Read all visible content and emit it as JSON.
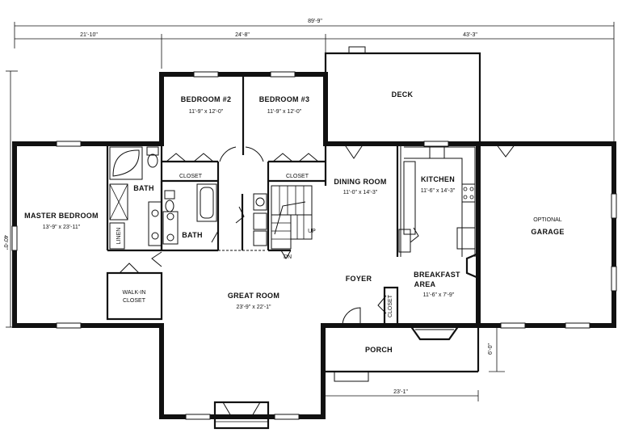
{
  "dimensions": {
    "overall_width": "89'-9\"",
    "seg_left": "21'-10\"",
    "seg_mid": "24'-8\"",
    "seg_right": "43'-3\"",
    "overall_depth": "40'-0\"",
    "porch_depth": "6'-0\"",
    "porch_width": "23'-1\""
  },
  "rooms": {
    "bedroom2": {
      "name": "BEDROOM #2",
      "dims": "11'-9\" x 12'-0\""
    },
    "bedroom3": {
      "name": "BEDROOM #3",
      "dims": "11'-9\" x 12'-0\""
    },
    "deck": {
      "name": "DECK"
    },
    "master": {
      "name": "MASTER BEDROOM",
      "dims": "13'-9\" x 23'-11\""
    },
    "bath_master": {
      "name": "BATH"
    },
    "bath_hall": {
      "name": "BATH"
    },
    "closet_b2": {
      "name": "CLOSET"
    },
    "closet_b3": {
      "name": "CLOSET"
    },
    "linen": {
      "name": "LINEN"
    },
    "walkin": {
      "name": "WALK-IN",
      "name2": "CLOSET"
    },
    "dining": {
      "name": "DINING ROOM",
      "dims": "11'-0\" x 14'-3\""
    },
    "kitchen": {
      "name": "KITCHEN",
      "dims": "11'-6\" x 14'-3\""
    },
    "garage": {
      "name": "OPTIONAL",
      "name2": "GARAGE"
    },
    "great": {
      "name": "GREAT ROOM",
      "dims": "23'-9\" x 22'-1\""
    },
    "foyer": {
      "name": "FOYER"
    },
    "breakfast": {
      "name": "BREAKFAST",
      "name2": "AREA",
      "dims": "11'-6\" x 7'-9\""
    },
    "closet_foyer": {
      "name": "CLOSET"
    },
    "porch": {
      "name": "PORCH"
    },
    "stair_dn": {
      "name": "DN"
    },
    "stair_up": {
      "name": "UP"
    }
  }
}
